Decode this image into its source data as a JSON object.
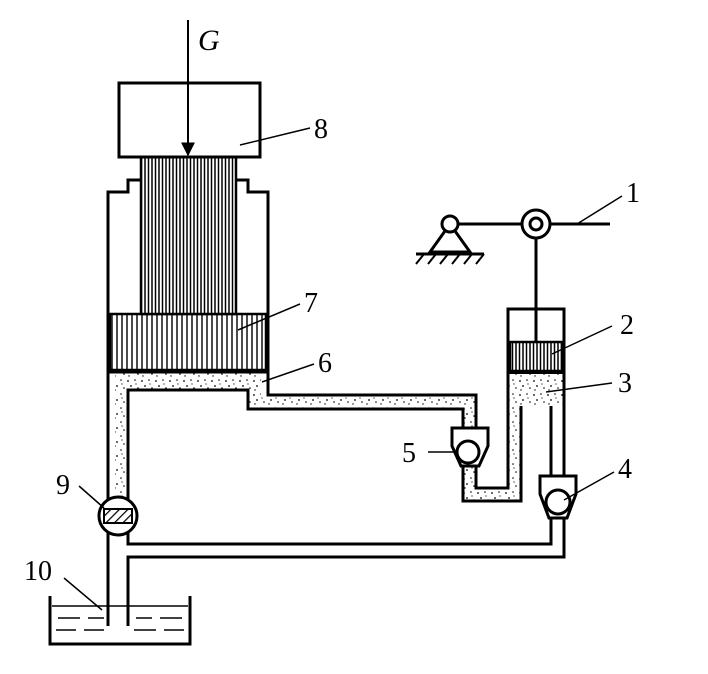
{
  "diagram": {
    "load_label": "G",
    "labels": {
      "n1": "1",
      "n2": "2",
      "n3": "3",
      "n4": "4",
      "n5": "5",
      "n6": "6",
      "n7": "7",
      "n8": "8",
      "n9": "9",
      "n10": "10"
    }
  },
  "colors": {
    "ink": "#000000",
    "paper": "#ffffff"
  }
}
